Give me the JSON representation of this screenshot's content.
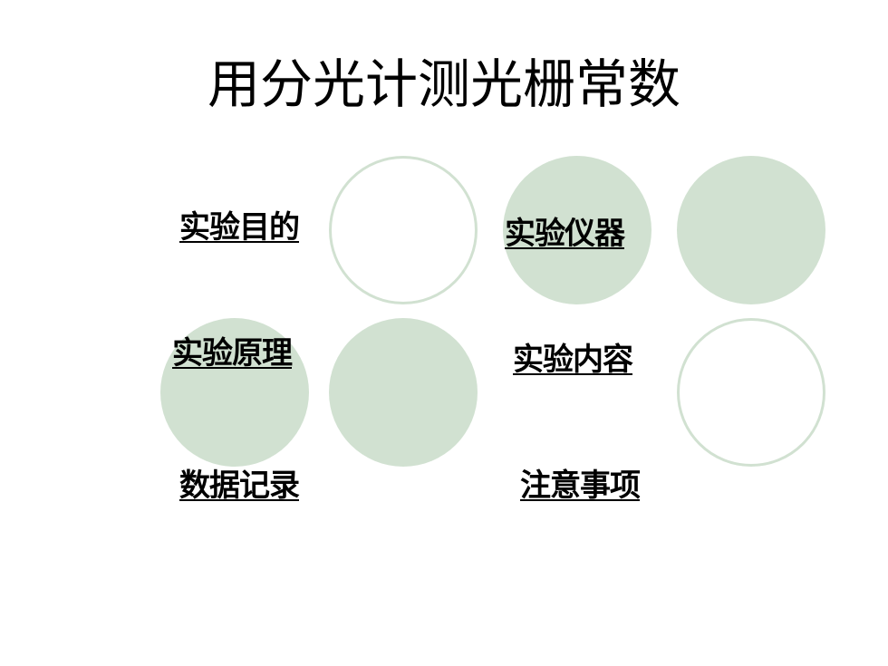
{
  "slide": {
    "title": "用分光计测光栅常数",
    "colors": {
      "circle_fill": "#d1e1d1",
      "circle_outline": "#d1e1d1",
      "text": "#000000",
      "background": "#ffffff"
    },
    "links": {
      "purpose": "实验目的",
      "instruments": "实验仪器",
      "principle": "实验原理",
      "content": "实验内容",
      "data_record": "数据记录",
      "notes": "注意事项"
    }
  }
}
